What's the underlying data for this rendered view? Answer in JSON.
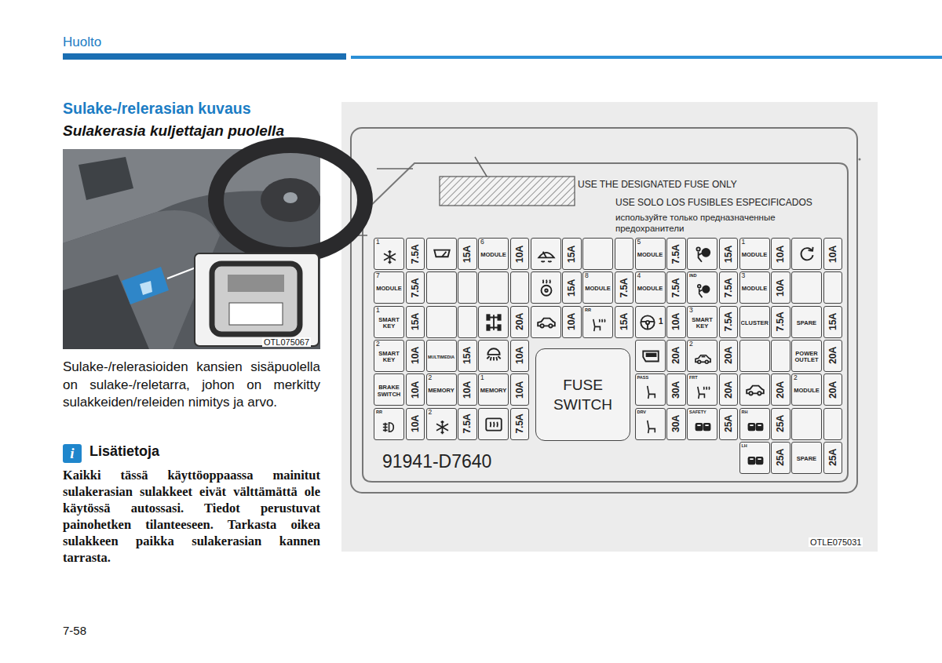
{
  "diagram": {
    "title": "Sulake-/relerasian kuvaus",
    "nodes": [
      {
        "text": [
          "i"
        ]
      },
      {
        "text": [
          "1",
          "7.5A"
        ]
      },
      {
        "text": [
          "15A"
        ]
      },
      {
        "text": [
          "6",
          "MODULE",
          "10A"
        ]
      },
      {
        "text": [
          "15A"
        ]
      },
      {
        "text": [
          "5",
          "MODULE",
          "7.5A"
        ]
      },
      {
        "text": [
          "15A"
        ]
      },
      {
        "text": [
          "1",
          "MODULE",
          "10A"
        ]
      },
      {
        "text": [
          "10A"
        ]
      },
      {
        "text": [
          "7",
          "MODULE",
          "7.5A"
        ]
      },
      {
        "text": [
          "15A"
        ]
      },
      {
        "text": [
          "8",
          "MODULE",
          "7.5A"
        ]
      },
      {
        "text": [
          "4",
          "MODULE",
          "7.5A"
        ]
      },
      {
        "text": [
          "IND",
          "7.5A"
        ]
      },
      {
        "text": [
          "3",
          "MODULE",
          "10A"
        ]
      },
      {
        "text": [
          "1",
          "SMART KEY",
          "15A"
        ]
      },
      {
        "text": [
          "20A"
        ]
      },
      {
        "text": [
          "10A"
        ]
      },
      {
        "text": [
          "RR",
          "15A"
        ]
      },
      {
        "text": [
          "1",
          "10A"
        ]
      },
      {
        "text": [
          "3",
          "SMART KEY",
          "7.5A"
        ]
      },
      {
        "text": [
          "CLUSTER",
          "7.5A"
        ]
      },
      {
        "text": [
          "SPARE",
          "15A"
        ]
      },
      {
        "text": [
          "2",
          "SMART KEY",
          "10A"
        ]
      },
      {
        "text": [
          "MULTIMEDIA",
          "15A"
        ]
      },
      {
        "text": [
          "10A"
        ]
      },
      {
        "text": [
          "FUSE SWITCH"
        ]
      },
      {
        "text": [
          "20A"
        ]
      },
      {
        "text": [
          "2",
          "20A"
        ]
      },
      {
        "text": [
          "POWER OUTLET",
          "20A"
        ]
      },
      {
        "text": [
          "BRAKE SWITCH",
          "10A"
        ]
      },
      {
        "text": [
          "2",
          "MEMORY",
          "10A"
        ]
      },
      {
        "text": [
          "1",
          "MEMORY",
          "10A"
        ]
      },
      {
        "text": [
          "PASS",
          "30A"
        ]
      },
      {
        "text": [
          "FRT",
          "20A"
        ]
      },
      {
        "text": [
          "20A"
        ]
      },
      {
        "text": [
          "2",
          "MODULE",
          "20A"
        ]
      },
      {
        "text": [
          "RR",
          "10A"
        ]
      },
      {
        "text": [
          "2",
          "7.5A"
        ]
      },
      {
        "text": [
          "7.5A"
        ]
      },
      {
        "text": [
          "DRV",
          "30A"
        ]
      },
      {
        "text": [
          "SAFETY",
          "25A"
        ]
      },
      {
        "text": [
          "RH",
          "25A"
        ]
      },
      {
        "text": [
          "LH",
          "25A"
        ]
      },
      {
        "text": [
          "SPARE",
          "25A"
        ]
      }
    ],
    "labels": [
      "Huolto",
      "Sulakerasia kuljettajan puolella",
      "OTL075067",
      "Sulake-/relerasioiden kansien sisäpuolella on sulake-/reletarra, johon on merkitty sulakkeiden/releiden nimitys ja arvo.",
      "Lisätietoja",
      "Kaikki tässä käyttöoppaassa mainitut sulakerasian sulakkeet eivät välttämättä ole käytössä autossasi. Tiedot perustuvat painohetken tilanteeseen. Tarkasta oikea sulakkeen paikka sulakerasian kannen tarrasta.",
      "USE THE DESIGNATED FUSE ONLY",
      "USE SOLO LOS FUSIBLES ESPECIFICADOS",
      "используйте только предназначенные предохранители",
      "91941-D7640",
      "OTLE075031",
      "7-58"
    ]
  }
}
